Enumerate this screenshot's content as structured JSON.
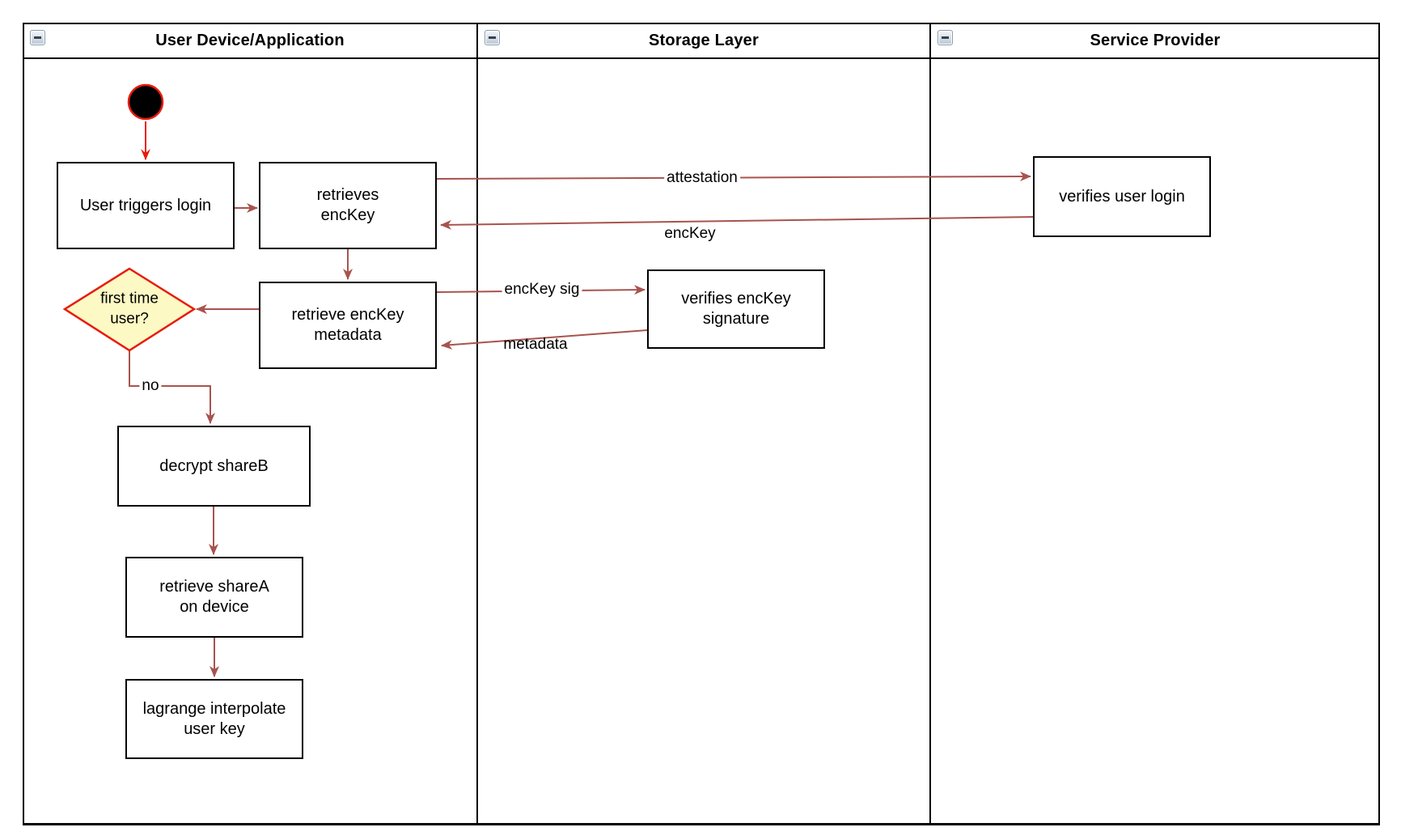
{
  "lanes": [
    {
      "title": "User Device/Application"
    },
    {
      "title": "Storage Layer"
    },
    {
      "title": "Service Provider"
    }
  ],
  "nodes": {
    "user_triggers_login": "User triggers login",
    "retrieves_enckey": "retrieves\nencKey",
    "retrieve_enckey_metadata": "retrieve encKey\nmetadata",
    "first_time_user": "first time\nuser?",
    "decrypt_shareb": "decrypt shareB",
    "retrieve_sharea": "retrieve shareA\non device",
    "lagrange_interpolate": "lagrange interpolate\nuser key",
    "verifies_enckey_signature": "verifies encKey\nsignature",
    "verifies_user_login": "verifies user login"
  },
  "edge_labels": {
    "attestation": "attestation",
    "enckey_return": "encKey",
    "enckey_sig": "encKey sig",
    "metadata": "metadata",
    "no_branch": "no"
  },
  "colors": {
    "edge": "#a8534e",
    "highlight": "#e81b0c",
    "decision_fill": "#fdf9c4",
    "decision_border": "#e81b0c",
    "node_border": "#000000",
    "node_fill": "#ffffff",
    "start_fill": "#000000"
  }
}
